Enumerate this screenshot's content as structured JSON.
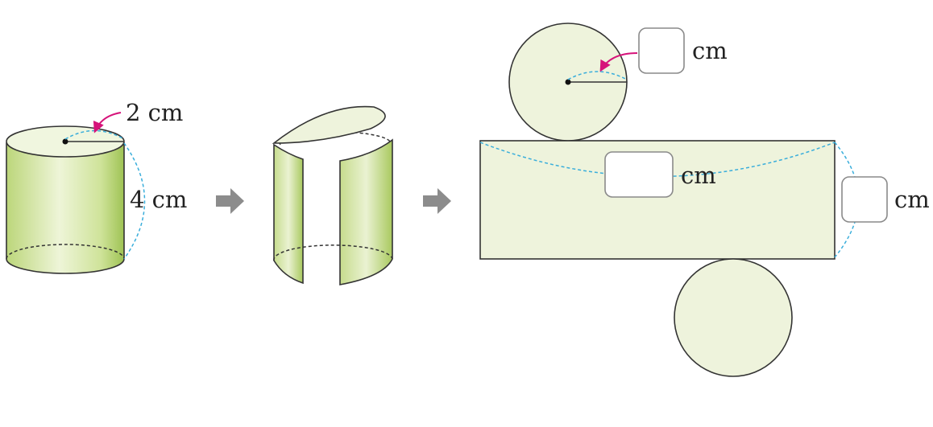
{
  "labels": {
    "radius": "2 cm",
    "height": "4 cm",
    "net_radius_unit": "cm",
    "net_width_unit": "cm",
    "net_height_unit": "cm"
  },
  "colors": {
    "cylinder_fill": "#cfe39a",
    "face_fill": "#eef3dc",
    "arrow": "#8c8c8c",
    "pointer": "#d6137a",
    "measure_line": "#3aaedb"
  }
}
